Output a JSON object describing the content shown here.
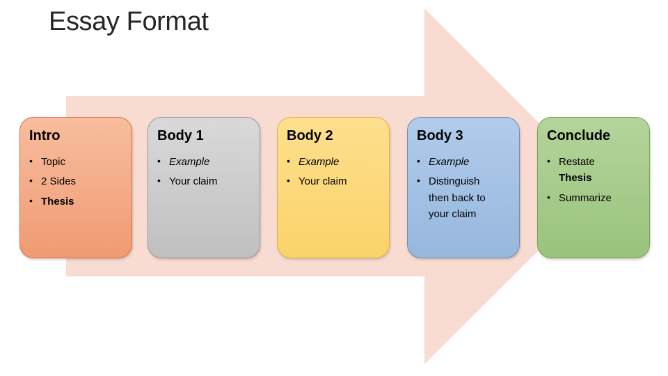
{
  "slide": {
    "title": "Essay Format",
    "colors": {
      "background": "#ffffff",
      "arrow_fill": "#f8dcd2",
      "title_text": "#262626",
      "body_text": "#000000"
    },
    "arrow_shape": "right-block-arrow",
    "boxes": [
      {
        "id": "intro",
        "header": "Intro",
        "fill_top": "#f8bd9f",
        "fill_bottom": "#ef9b71",
        "border": "#d9734a",
        "bullets": [
          {
            "lines": [
              [
                {
                  "text": "Topic"
                }
              ]
            ]
          },
          {
            "lines": [
              [
                {
                  "text": "2 Sides"
                }
              ]
            ]
          },
          {
            "lines": [
              [
                {
                  "text": "Thesis",
                  "bold": true
                }
              ]
            ]
          }
        ]
      },
      {
        "id": "body-1",
        "header": "Body 1",
        "fill_top": "#d9d9d9",
        "fill_bottom": "#bfbfbf",
        "border": "#9c9c9c",
        "bullets": [
          {
            "lines": [
              [
                {
                  "text": "Example",
                  "italic": true
                }
              ]
            ]
          },
          {
            "lines": [
              [
                {
                  "text": "Your claim"
                }
              ]
            ]
          }
        ]
      },
      {
        "id": "body-2",
        "header": "Body 2",
        "fill_top": "#fddf8e",
        "fill_bottom": "#fad368",
        "border": "#e5b04a",
        "bullets": [
          {
            "lines": [
              [
                {
                  "text": "Example",
                  "italic": true
                }
              ]
            ]
          },
          {
            "lines": [
              [
                {
                  "text": "Your claim"
                }
              ]
            ]
          }
        ]
      },
      {
        "id": "body-3",
        "header": "Body 3",
        "fill_top": "#b1cceb",
        "fill_bottom": "#97b7dd",
        "border": "#7489ad",
        "bullets": [
          {
            "lines": [
              [
                {
                  "text": "Example",
                  "italic": true
                }
              ]
            ]
          },
          {
            "lines": [
              [
                {
                  "text": "Distinguish"
                }
              ],
              [
                {
                  "text": "then back to"
                }
              ],
              [
                {
                  "text": "your claim"
                }
              ]
            ]
          }
        ]
      },
      {
        "id": "conclude",
        "header": "Conclude",
        "fill_top": "#b4d49b",
        "fill_bottom": "#99c37d",
        "border": "#76a355",
        "bullets": [
          {
            "lines": [
              [
                {
                  "text": "Restate"
                }
              ],
              [
                {
                  "text": "Thesis",
                  "bold": true
                }
              ]
            ]
          },
          {
            "lines": [
              [
                {
                  "text": "Summarize"
                }
              ]
            ]
          }
        ]
      }
    ]
  }
}
